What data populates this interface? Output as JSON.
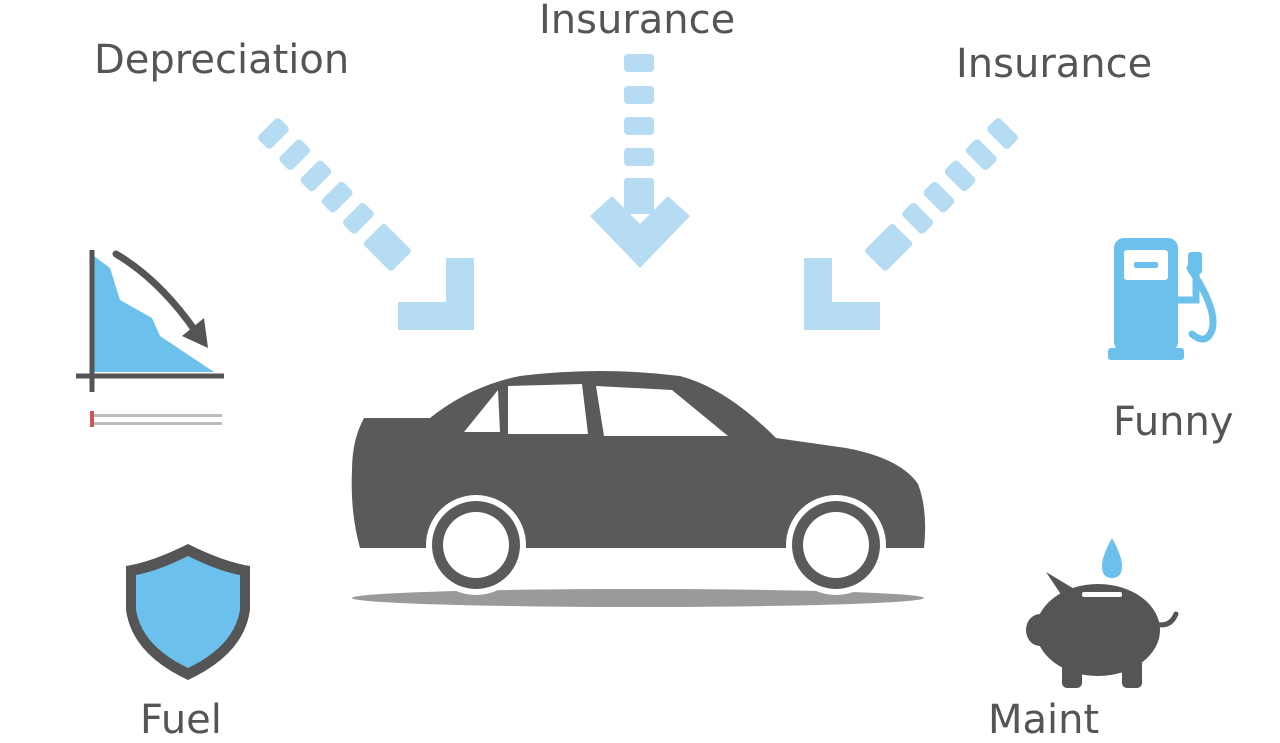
{
  "labels": {
    "depreciation": "Depreciation",
    "insurance_top": "Insurance",
    "insurance_right": "Insurance",
    "funny": "Funny",
    "fuel_partial": "Fuel",
    "maintenance_partial": "Maint"
  },
  "icons": {
    "center": "car-icon",
    "arrows": [
      "arrow-down-right-icon",
      "arrow-down-icon",
      "arrow-down-left-icon"
    ],
    "depreciation": "depreciation-chart-icon",
    "fuel": "fuel-pump-icon",
    "insurance": "shield-icon",
    "maintenance": "piggy-bank-icon"
  },
  "colors": {
    "text": "#555555",
    "car": "#5a5a5a",
    "accent_blue": "#6cc0ec",
    "arrow_blue": "#b6dcf4",
    "shadow": "#9a9a9a"
  }
}
